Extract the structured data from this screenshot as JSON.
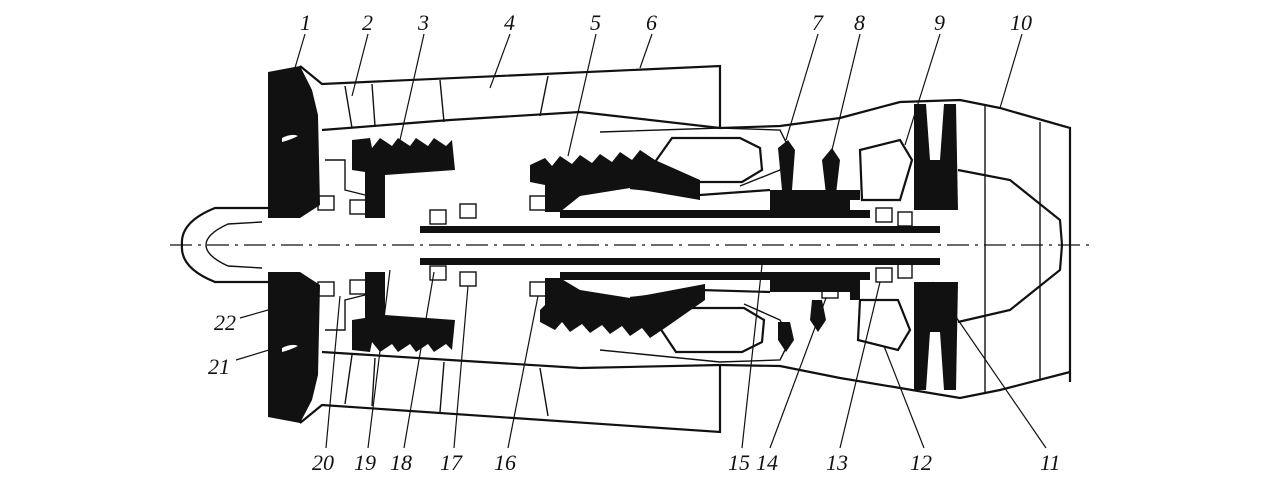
{
  "diagram": {
    "labels_top": [
      "1",
      "2",
      "3",
      "4",
      "5",
      "6",
      "7",
      "8",
      "9",
      "10"
    ],
    "labels_bottom": [
      "20",
      "19",
      "18",
      "17",
      "16",
      "15",
      "14",
      "13",
      "12",
      "11"
    ],
    "labels_left": [
      "22",
      "21"
    ]
  },
  "colors": {
    "ink": "#111111",
    "background": "#ffffff"
  }
}
